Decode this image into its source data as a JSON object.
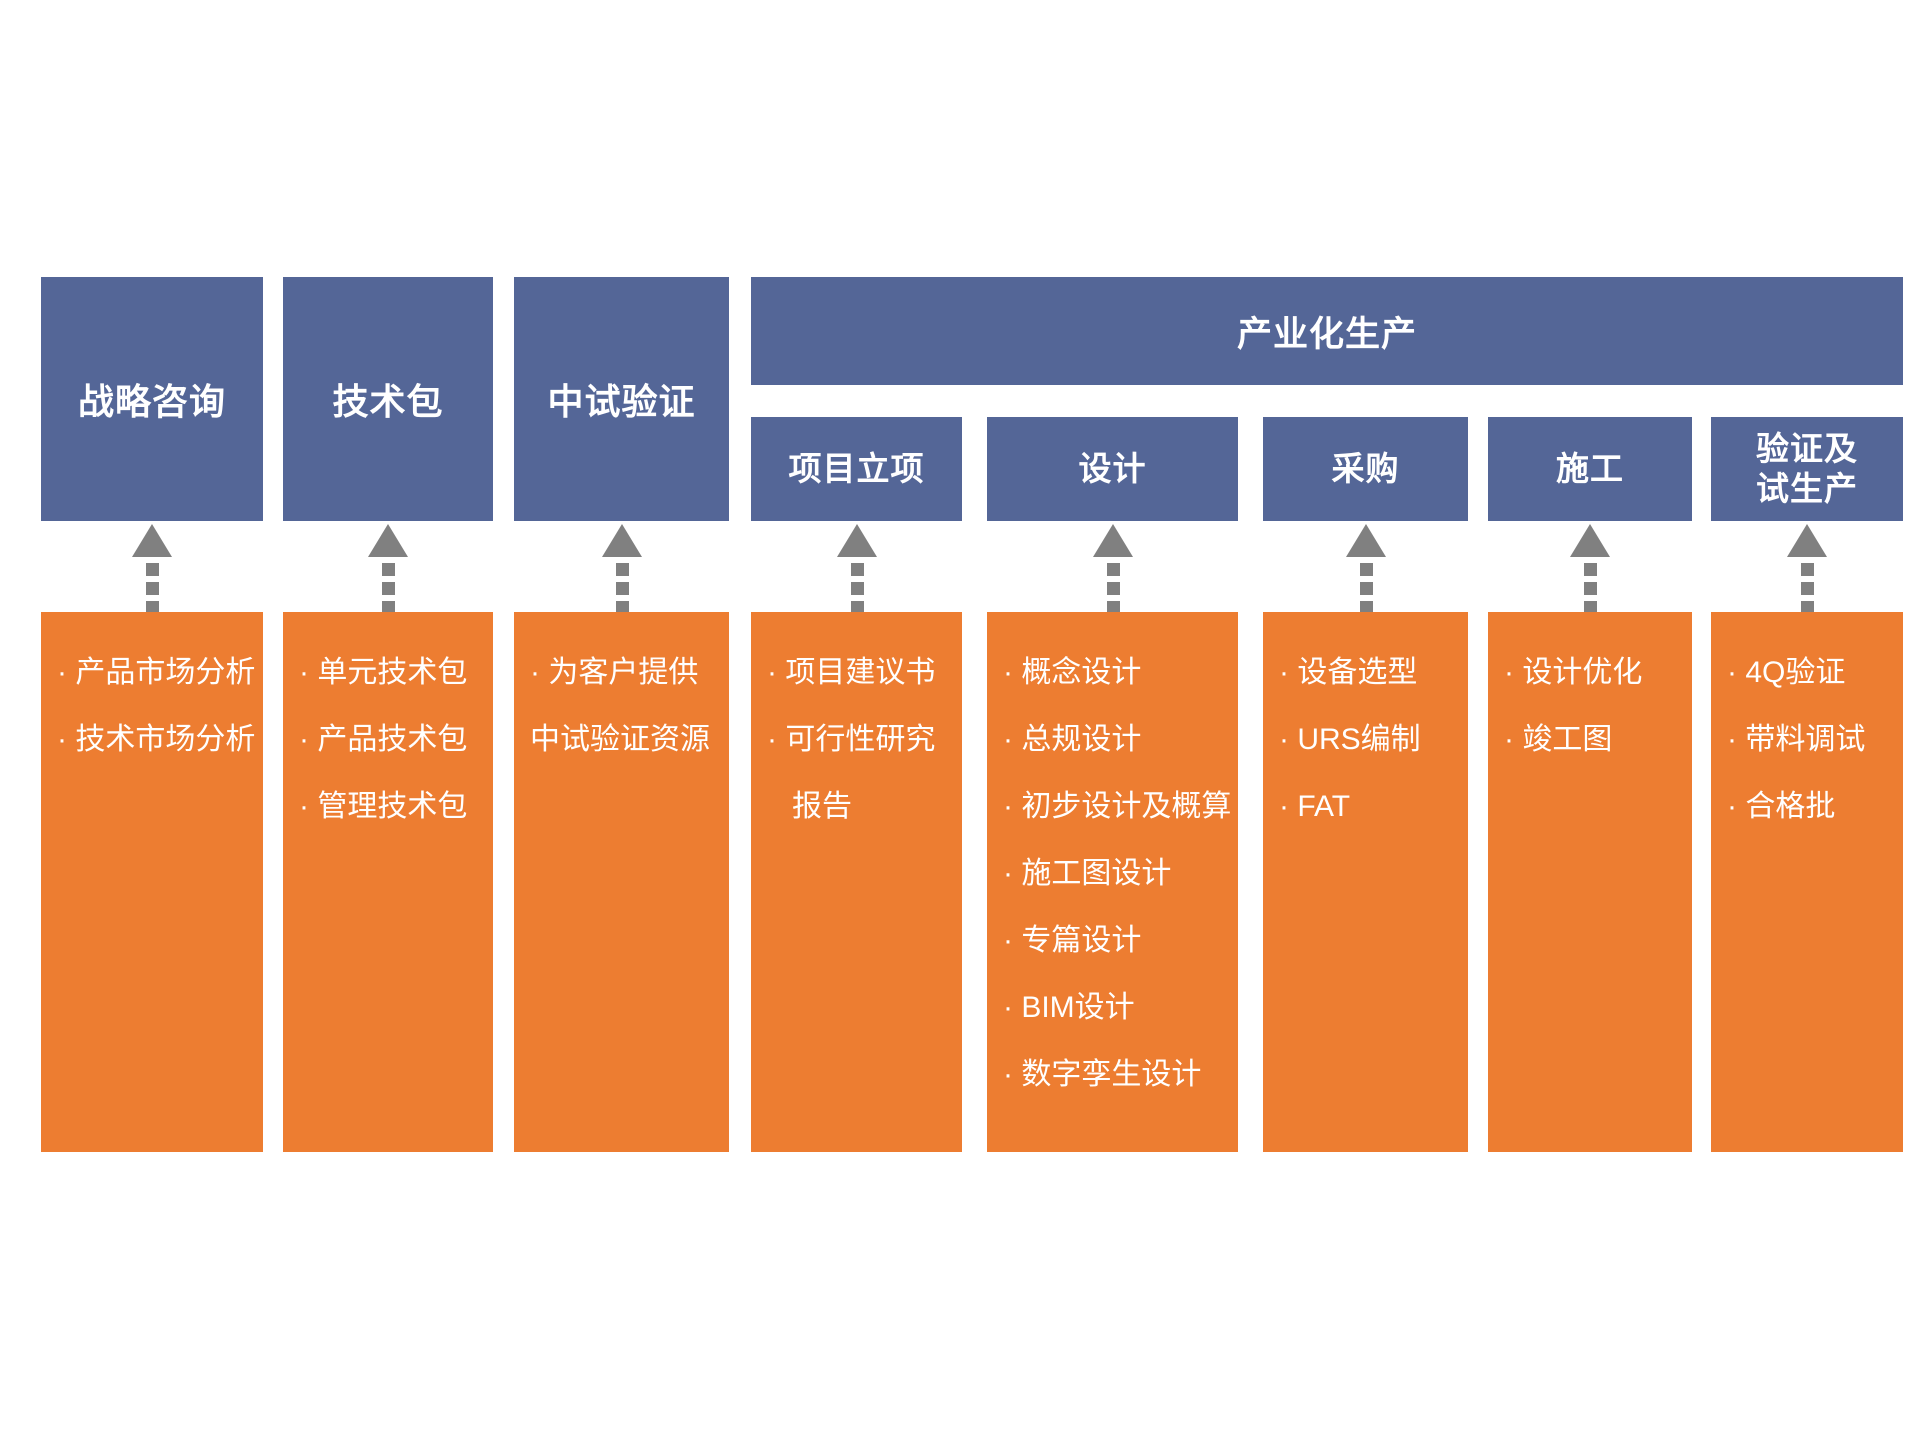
{
  "colors": {
    "header_blue": "#546697",
    "body_orange": "#ED7D31",
    "arrow_gray": "#808080",
    "text_white": "#FFFFFF",
    "background": "#FFFFFF"
  },
  "group_header": {
    "label": "产业化生产"
  },
  "columns": [
    {
      "id": "strategy-consulting",
      "header": "战略咨询",
      "in_group": false,
      "items": [
        "· 产品市场分析",
        "· 技术市场分析"
      ]
    },
    {
      "id": "technology-package",
      "header": "技术包",
      "in_group": false,
      "items": [
        "· 单元技术包",
        "· 产品技术包",
        "· 管理技术包"
      ]
    },
    {
      "id": "pilot-verification",
      "header": "中试验证",
      "in_group": false,
      "items": [
        "· 为客户提供",
        "中试验证资源"
      ]
    },
    {
      "id": "project-initiation",
      "header": "项目立项",
      "in_group": true,
      "items": [
        "· 项目建议书",
        "· 可行性研究",
        "   报告"
      ]
    },
    {
      "id": "design",
      "header": "设计",
      "in_group": true,
      "items": [
        "· 概念设计",
        "· 总规设计",
        "· 初步设计及概算",
        "· 施工图设计",
        "· 专篇设计",
        "· BIM设计",
        "· 数字孪生设计"
      ]
    },
    {
      "id": "procurement",
      "header": "采购",
      "in_group": true,
      "items": [
        "· 设备选型",
        "· URS编制",
        "· FAT"
      ]
    },
    {
      "id": "construction",
      "header": "施工",
      "in_group": true,
      "items": [
        "· 设计优化",
        "· 竣工图"
      ]
    },
    {
      "id": "validation-trial-production",
      "header": "验证及\n试生产",
      "in_group": true,
      "items": [
        "· 4Q验证",
        "· 带料调试",
        "· 合格批"
      ]
    }
  ]
}
